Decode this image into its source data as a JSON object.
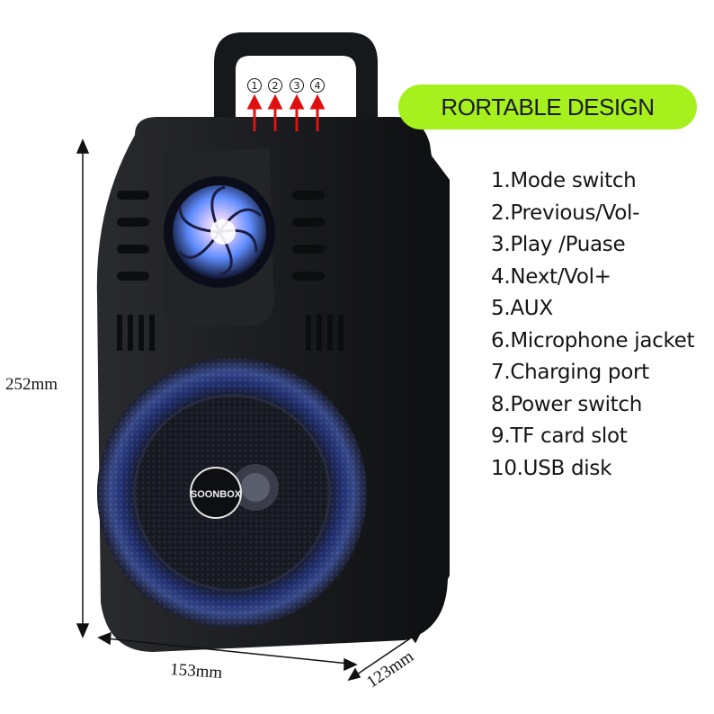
{
  "badge": {
    "label": "RORTABLE DESIGN",
    "color": "#a6f01e"
  },
  "features": [
    "1.Mode switch",
    "2.Previous/Vol-",
    "3.Play /Puase",
    "4.Next/Vol+",
    "5.AUX",
    "6.Microphone jacket",
    "7.Charging port",
    "8.Power switch",
    "9.TF card slot",
    "10.USB disk"
  ],
  "button_numbers": [
    "1",
    "2",
    "3",
    "4"
  ],
  "dimensions": {
    "height": "252mm",
    "width": "153mm",
    "depth": "123mm"
  },
  "brand": "SOONBOX",
  "colors": {
    "arrow": "#e01010",
    "body": "#1c1d20",
    "led_blue": "#3a6cff",
    "led_purple": "#b04ad8"
  }
}
